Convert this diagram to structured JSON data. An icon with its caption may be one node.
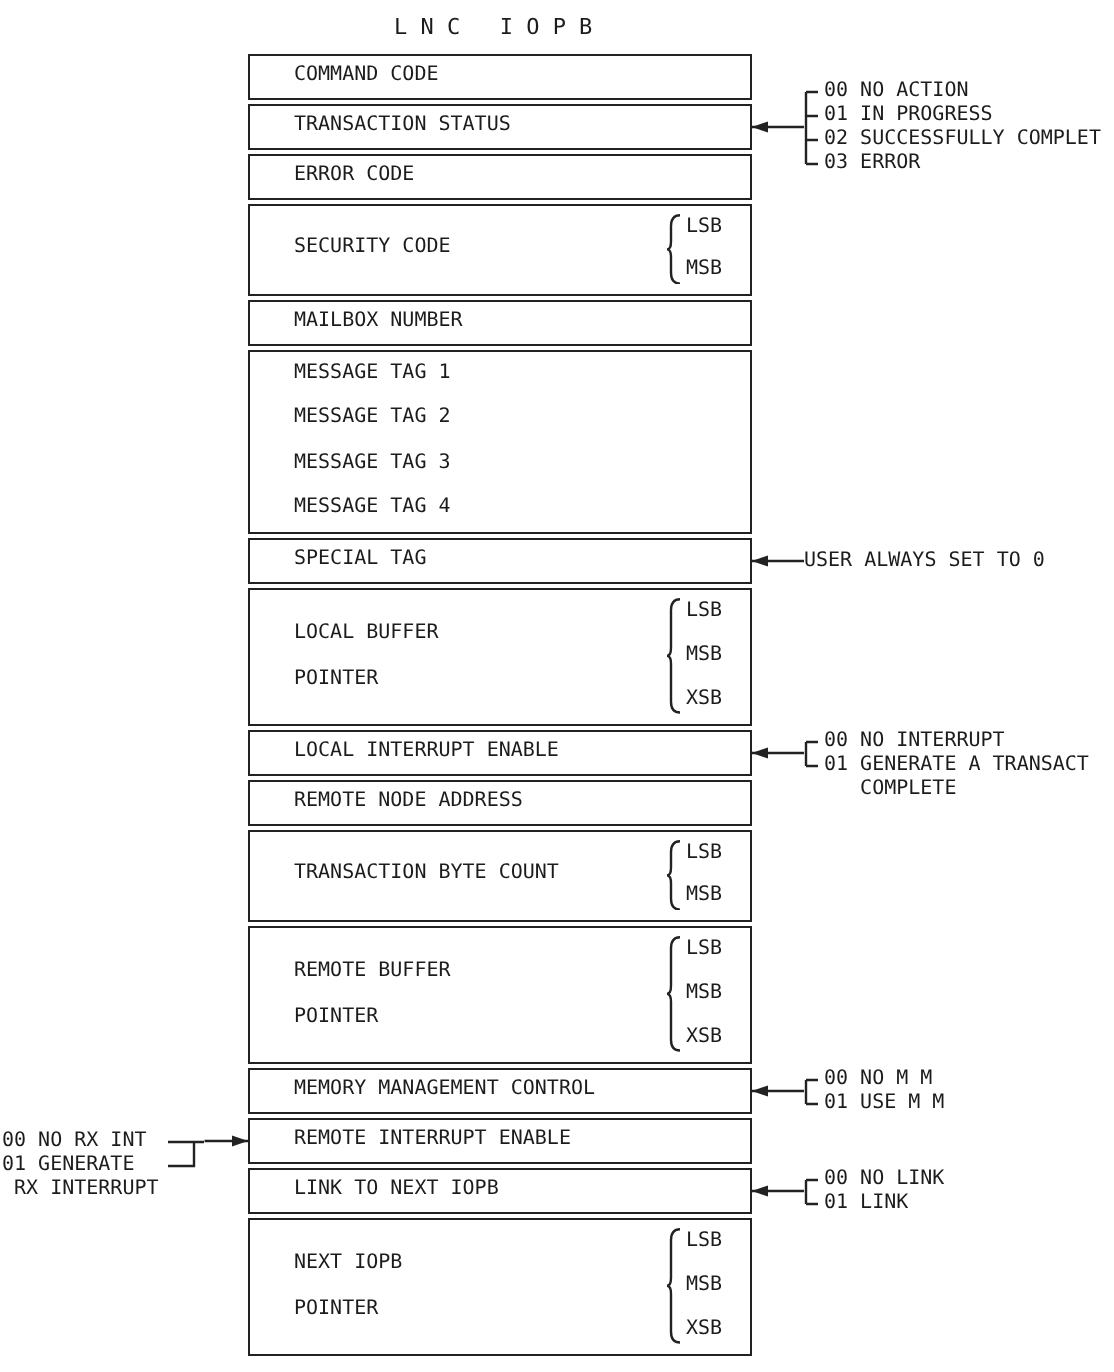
{
  "diagram": {
    "title": "LNC IOPB",
    "nodes": [
      {
        "text": [
          "COMMAND CODE"
        ]
      },
      {
        "text": [
          "TRANSACTION STATUS"
        ]
      },
      {
        "text": [
          "ERROR CODE"
        ]
      },
      {
        "text": [
          "SECURITY CODE",
          "LSB",
          "MSB"
        ]
      },
      {
        "text": [
          "MAILBOX NUMBER"
        ]
      },
      {
        "text": [
          "MESSAGE TAG 1",
          "MESSAGE TAG 2",
          "MESSAGE TAG 3",
          "MESSAGE TAG 4"
        ]
      },
      {
        "text": [
          "SPECIAL TAG"
        ]
      },
      {
        "text": [
          "LOCAL BUFFER POINTER",
          "LSB",
          "MSB",
          "XSB"
        ]
      },
      {
        "text": [
          "LOCAL INTERRUPT ENABLE"
        ]
      },
      {
        "text": [
          "REMOTE NODE ADDRESS"
        ]
      },
      {
        "text": [
          "TRANSACTION BYTE COUNT",
          "LSB",
          "MSB"
        ]
      },
      {
        "text": [
          "REMOTE BUFFER POINTER",
          "LSB",
          "MSB",
          "XSB"
        ]
      },
      {
        "text": [
          "MEMORY MANAGEMENT CONTROL"
        ]
      },
      {
        "text": [
          "REMOTE INTERRUPT ENABLE"
        ]
      },
      {
        "text": [
          "LINK TO NEXT IOPB"
        ]
      },
      {
        "text": [
          "NEXT IOPB POINTER",
          "LSB",
          "MSB",
          "XSB"
        ]
      },
      {
        "text": [
          "00 NO ACTION",
          "01 IN PROGRESS",
          "02 SUCCESSFULLY COMPLET",
          "03 ERROR"
        ]
      },
      {
        "text": [
          "USER ALWAYS SET TO 0"
        ]
      },
      {
        "text": [
          "00 NO INTERRUPT",
          "01 GENERATE A TRANSACT COMPLETE"
        ]
      },
      {
        "text": [
          "00 NO M M",
          "01 USE M M"
        ]
      },
      {
        "text": [
          "00 NO RX INT",
          "01 GENERATE RX INTERRUPT"
        ]
      },
      {
        "text": [
          "00 NO LINK",
          "01 LINK"
        ]
      }
    ],
    "edges": [
      {
        "from": 16,
        "to": 1,
        "arrow": "to"
      },
      {
        "from": 17,
        "to": 6,
        "arrow": "to"
      },
      {
        "from": 18,
        "to": 8,
        "arrow": "to"
      },
      {
        "from": 19,
        "to": 12,
        "arrow": "to"
      },
      {
        "from": 20,
        "to": 13,
        "arrow": "to"
      },
      {
        "from": 21,
        "to": 14,
        "arrow": "to"
      }
    ]
  }
}
